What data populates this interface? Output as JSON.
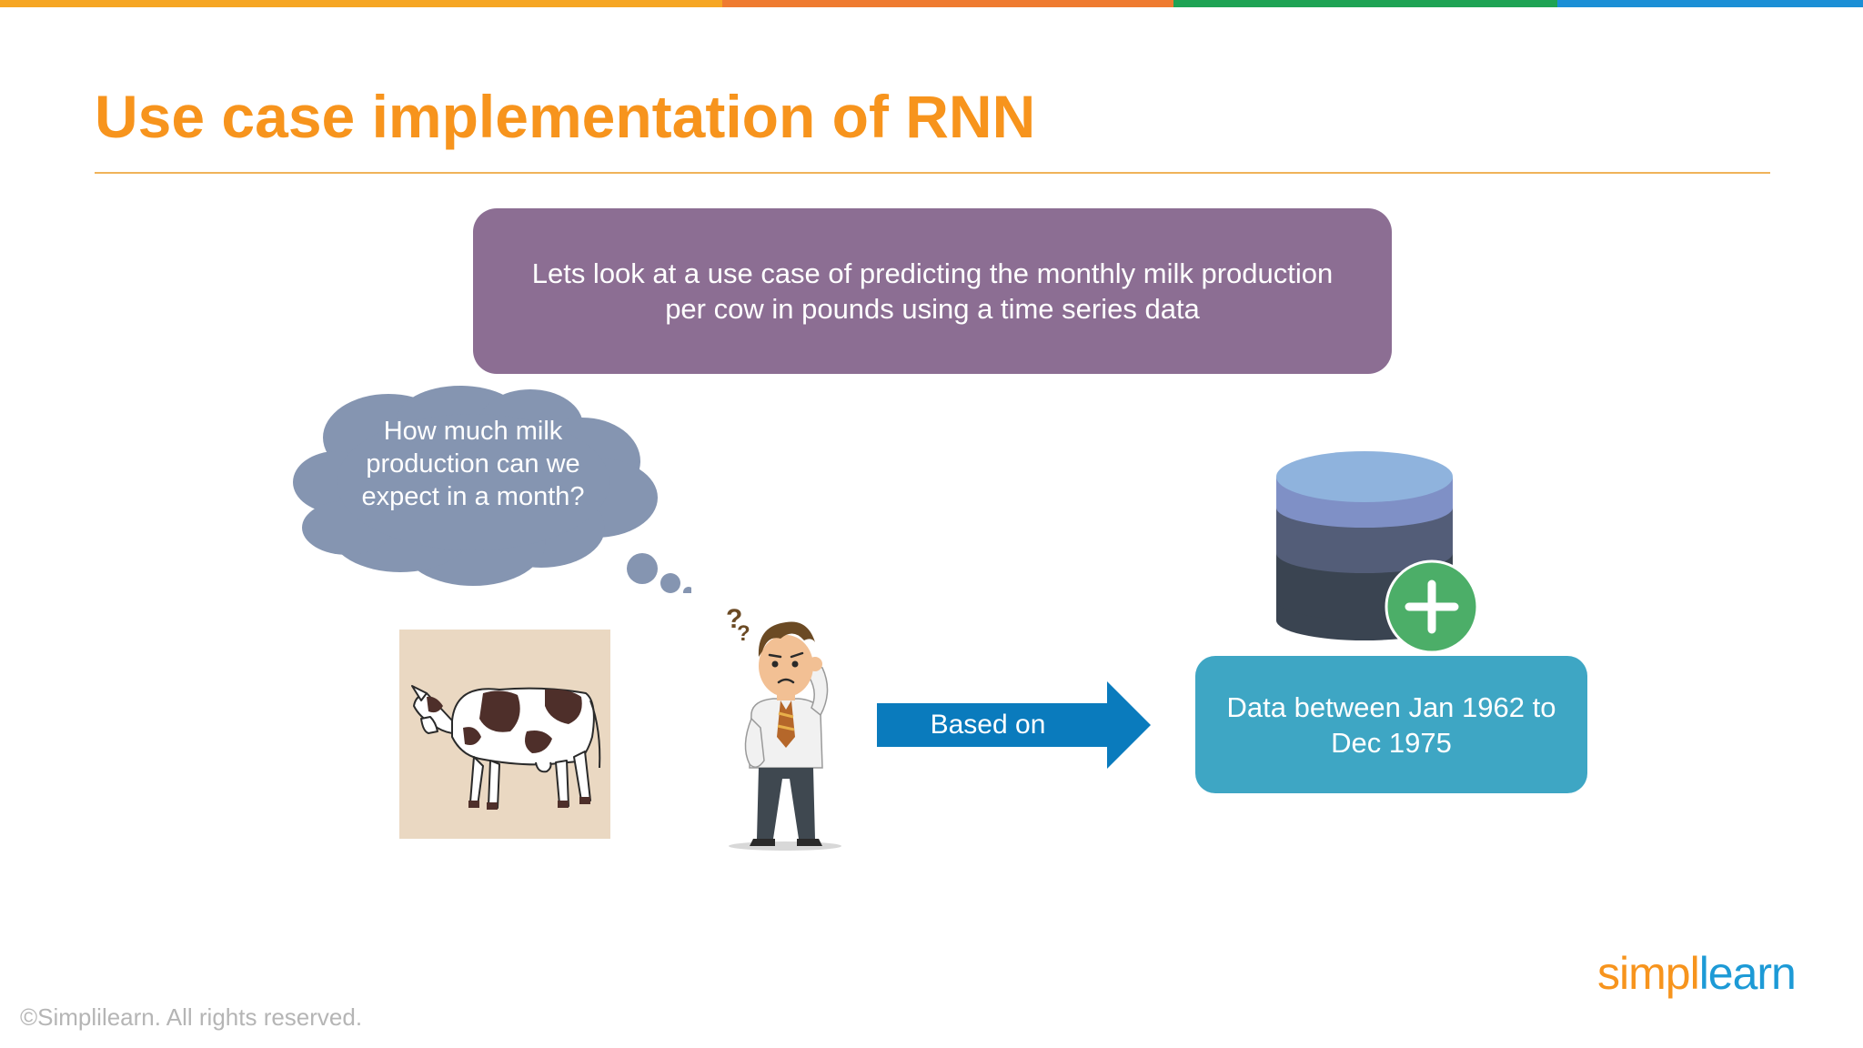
{
  "slide": {
    "title": "Use case implementation of RNN",
    "intro_text": "Lets look at a use case of predicting the monthly milk production per cow in pounds using a time series data",
    "thought_text": "How much milk production can we expect in a month?",
    "arrow_label": "Based on",
    "data_box_text": "Data between Jan 1962 to Dec 1975",
    "footer": "©Simplilearn. All rights reserved."
  },
  "logo": {
    "part1": "simpl",
    "part2": "learn"
  },
  "colors": {
    "title": "#f7941d",
    "intro_box": "#8c6e93",
    "thought_cloud": "#8595b1",
    "arrow": "#0a7bbd",
    "data_box": "#3ea6c4",
    "plus_badge": "#4cae68",
    "top_bar": [
      "#f6a623",
      "#ef7b30",
      "#1fa354",
      "#1b8fd6"
    ]
  },
  "icons": [
    "thought-cloud-icon",
    "cow-image",
    "confused-man-icon",
    "right-arrow-icon",
    "database-plus-icon"
  ]
}
